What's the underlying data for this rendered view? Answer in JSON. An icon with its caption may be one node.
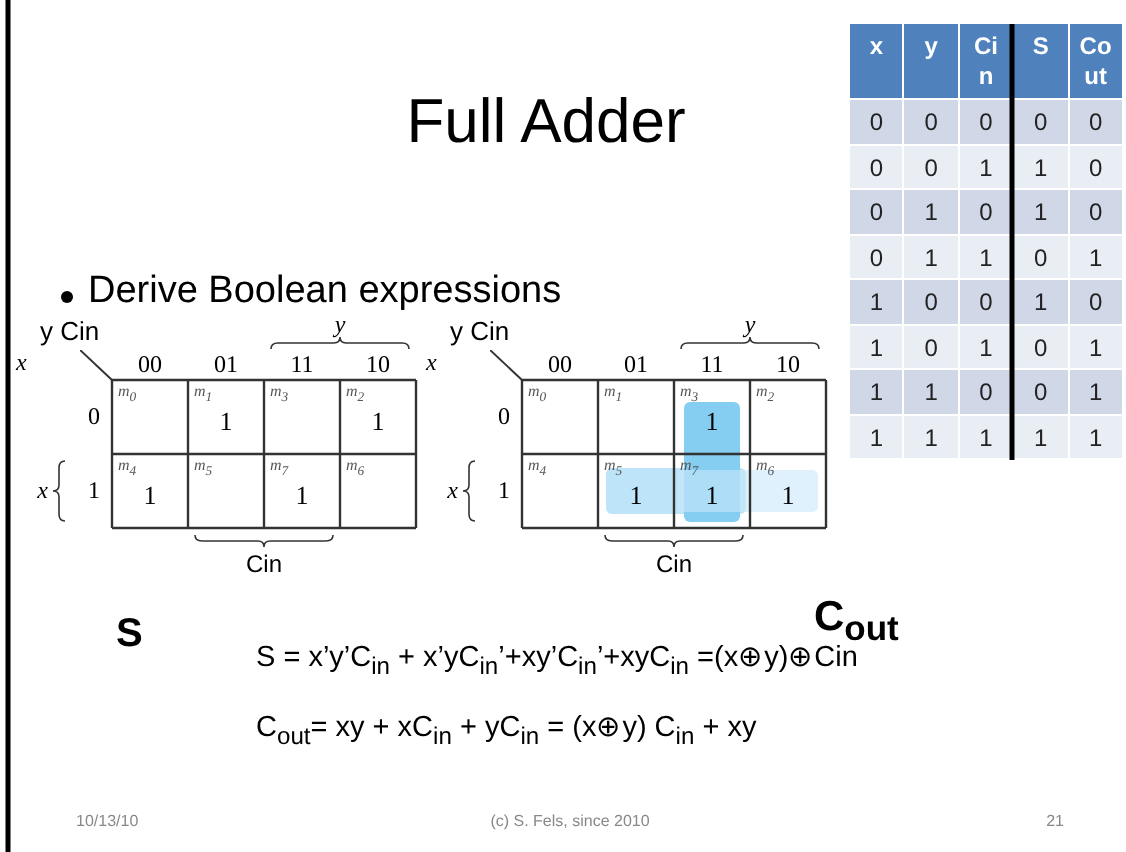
{
  "diagram": {
    "title": "Full Adder",
    "labels": [
      "Derive Boolean expressions",
      "x",
      "y",
      "Cin",
      "S",
      "Cout",
      "0",
      "0",
      "0",
      "0",
      "0",
      "0",
      "0",
      "1",
      "1",
      "0",
      "0",
      "1",
      "0",
      "1",
      "0",
      "0",
      "1",
      "1",
      "0",
      "1",
      "1",
      "0",
      "0",
      "1",
      "0",
      "1",
      "0",
      "1",
      "0",
      "1",
      "1",
      "1",
      "0",
      "0",
      "1",
      "1",
      "1",
      "1",
      "1",
      "1",
      "y Cin",
      "x",
      "y",
      "00",
      "01",
      "11",
      "10",
      "0",
      "m$_{0}$",
      "m$_{1}$",
      "1",
      "m$_{3}$",
      "m$_{2}$",
      "1",
      "x",
      "1",
      "m$_{4}$",
      "1",
      "m$_{5}$",
      "m$_{7}$",
      "1",
      "m$_{6}$",
      "Cin",
      "y Cin",
      "x",
      "y",
      "00",
      "01",
      "11",
      "10",
      "0",
      "m$_{0}$",
      "m$_{1}$",
      "m$_{3}$",
      "1",
      "m$_{2}$",
      "x",
      "1",
      "m$_{4}$",
      "m$_{5}$",
      "1",
      "m$_{7}$",
      "1",
      "m$_{6}$",
      "1",
      "Cin",
      "S",
      "C$_{out}$",
      "S = x’y’C$_{in}$ + x’yC$_{in}$’+xy’C$_{in}$’+xyC$_{in}$ =(x⊕y)⊕Cin",
      "C$_{out}$= xy + xC$_{in}$ + yC$_{in}$ = (x⊕y) C$_{in}$ + xy",
      "10/13/10",
      "(c) S. Fels, since 2010",
      "21"
    ]
  }
}
